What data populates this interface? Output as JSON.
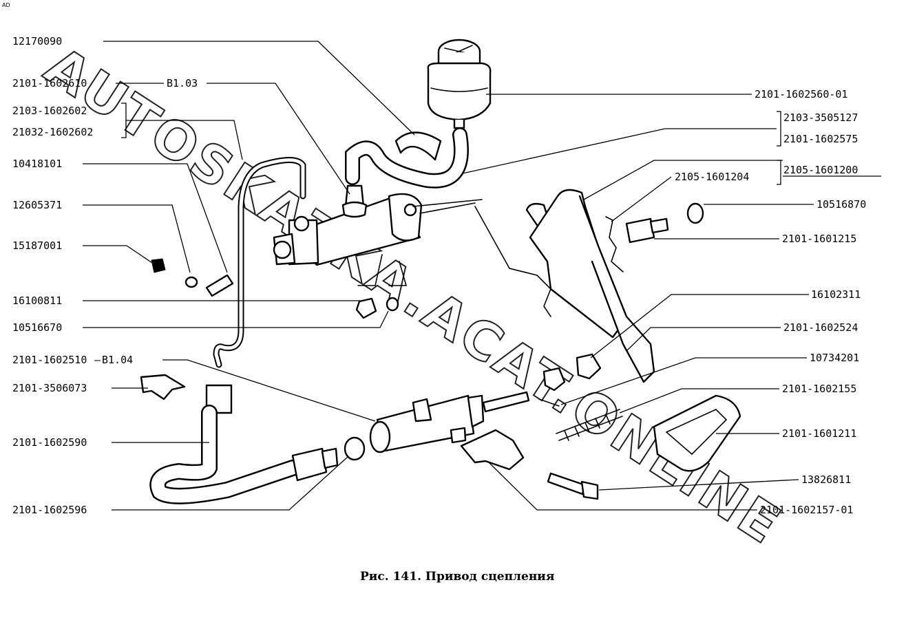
{
  "corner_mark": "AD",
  "watermark": "AUTOSKAZKA.ACAT.ONLINE",
  "caption": "Рис. 141. Привод сцепления",
  "labels": {
    "l01": "12170090",
    "l02": "2101-1602610",
    "l03": "B1.03",
    "l04": "2103-1602602",
    "l05": "21032-1602602",
    "l06": "10418101",
    "l07": "12605371",
    "l08": "15187001",
    "l09": "16100811",
    "l10": "10516670",
    "l11": "2101-1602510",
    "l12": "B1.04",
    "l13": "2101-3506073",
    "l14": "2101-1602590",
    "l15": "2101-1602596",
    "r01": "2101-1602560-01",
    "r02": "2103-3505127",
    "r03": "2101-1602575",
    "r04": "2105-1601204",
    "r05": "2105-1601200",
    "r06": "10516870",
    "r07": "2101-1601215",
    "r08": "16102311",
    "r09": "2101-1602524",
    "r10": "10734201",
    "r11": "2101-1602155",
    "r12": "2101-1601211",
    "r13": "13826811",
    "r14": "2101-1602157-01"
  }
}
